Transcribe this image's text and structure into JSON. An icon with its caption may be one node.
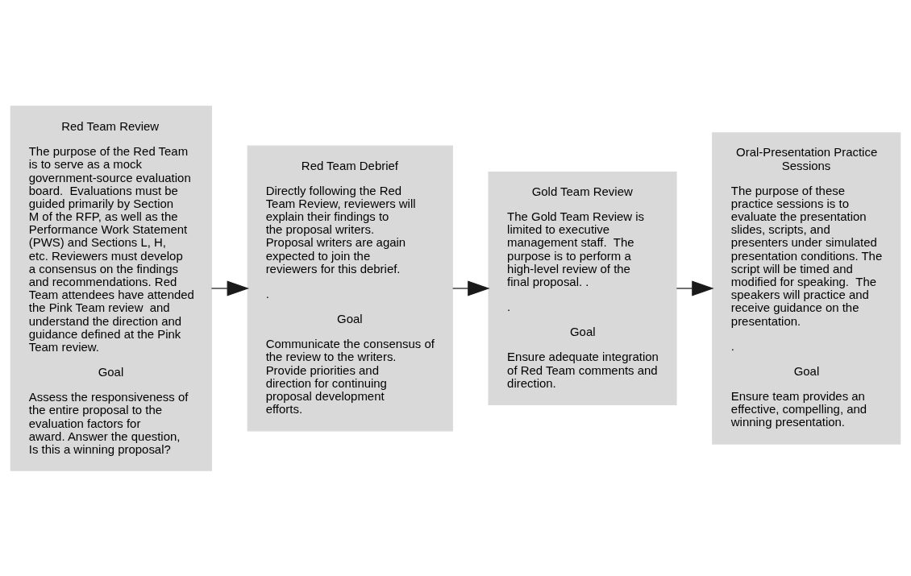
{
  "diagram": {
    "nodes": [
      {
        "text": [
          "Red Team Review",
          "The purpose of the Red Team is to serve as a mock government-source evaluation board.  Evaluations must be guided primarily by Section M of the RFP, as well as the Performance Work Statement (PWS) and Sections L, H, etc. Reviewers must develop a consensus on the findings and recommendations. Red Team attendees have attended the Pink Team review  and understand the direction and guidance defined at the Pink Team review.",
          "Goal",
          "Assess the responsiveness of the entire proposal to the evaluation factors for award. Answer the question, Is this a winning proposal?"
        ]
      },
      {
        "text": [
          "Red Team Debrief",
          "Directly following the Red Team Review, reviewers will explain their findings to the proposal writers. Proposal writers are again expected to join the reviewers for this debrief.",
          ".",
          "Goal",
          "Communicate the consensus of the review to the writers.  Provide priorities and direction for continuing proposal development efforts."
        ]
      },
      {
        "text": [
          "Gold Team Review",
          "The Gold Team Review is limited to executive management staff.  The purpose is to perform a high-level review of the final proposal. .",
          ".",
          "Goal",
          "Ensure adequate integration of Red Team comments and direction."
        ]
      },
      {
        "text": [
          "Oral-Presentation Practice Sessions",
          "The purpose of these practice sessions is to evaluate the presentation slides, scripts, and presenters under simulated presentation conditions. The script will be timed and modified for speaking.  The speakers will practice and receive guidance on the presentation.",
          ".",
          "Goal",
          "Ensure team provides an effective, compelling, and winning presentation."
        ]
      }
    ],
    "edges": [
      {
        "from": 0,
        "to": 1,
        "arrow": "to"
      },
      {
        "from": 1,
        "to": 2,
        "arrow": "to"
      },
      {
        "from": 2,
        "to": 3,
        "arrow": "to"
      }
    ]
  }
}
